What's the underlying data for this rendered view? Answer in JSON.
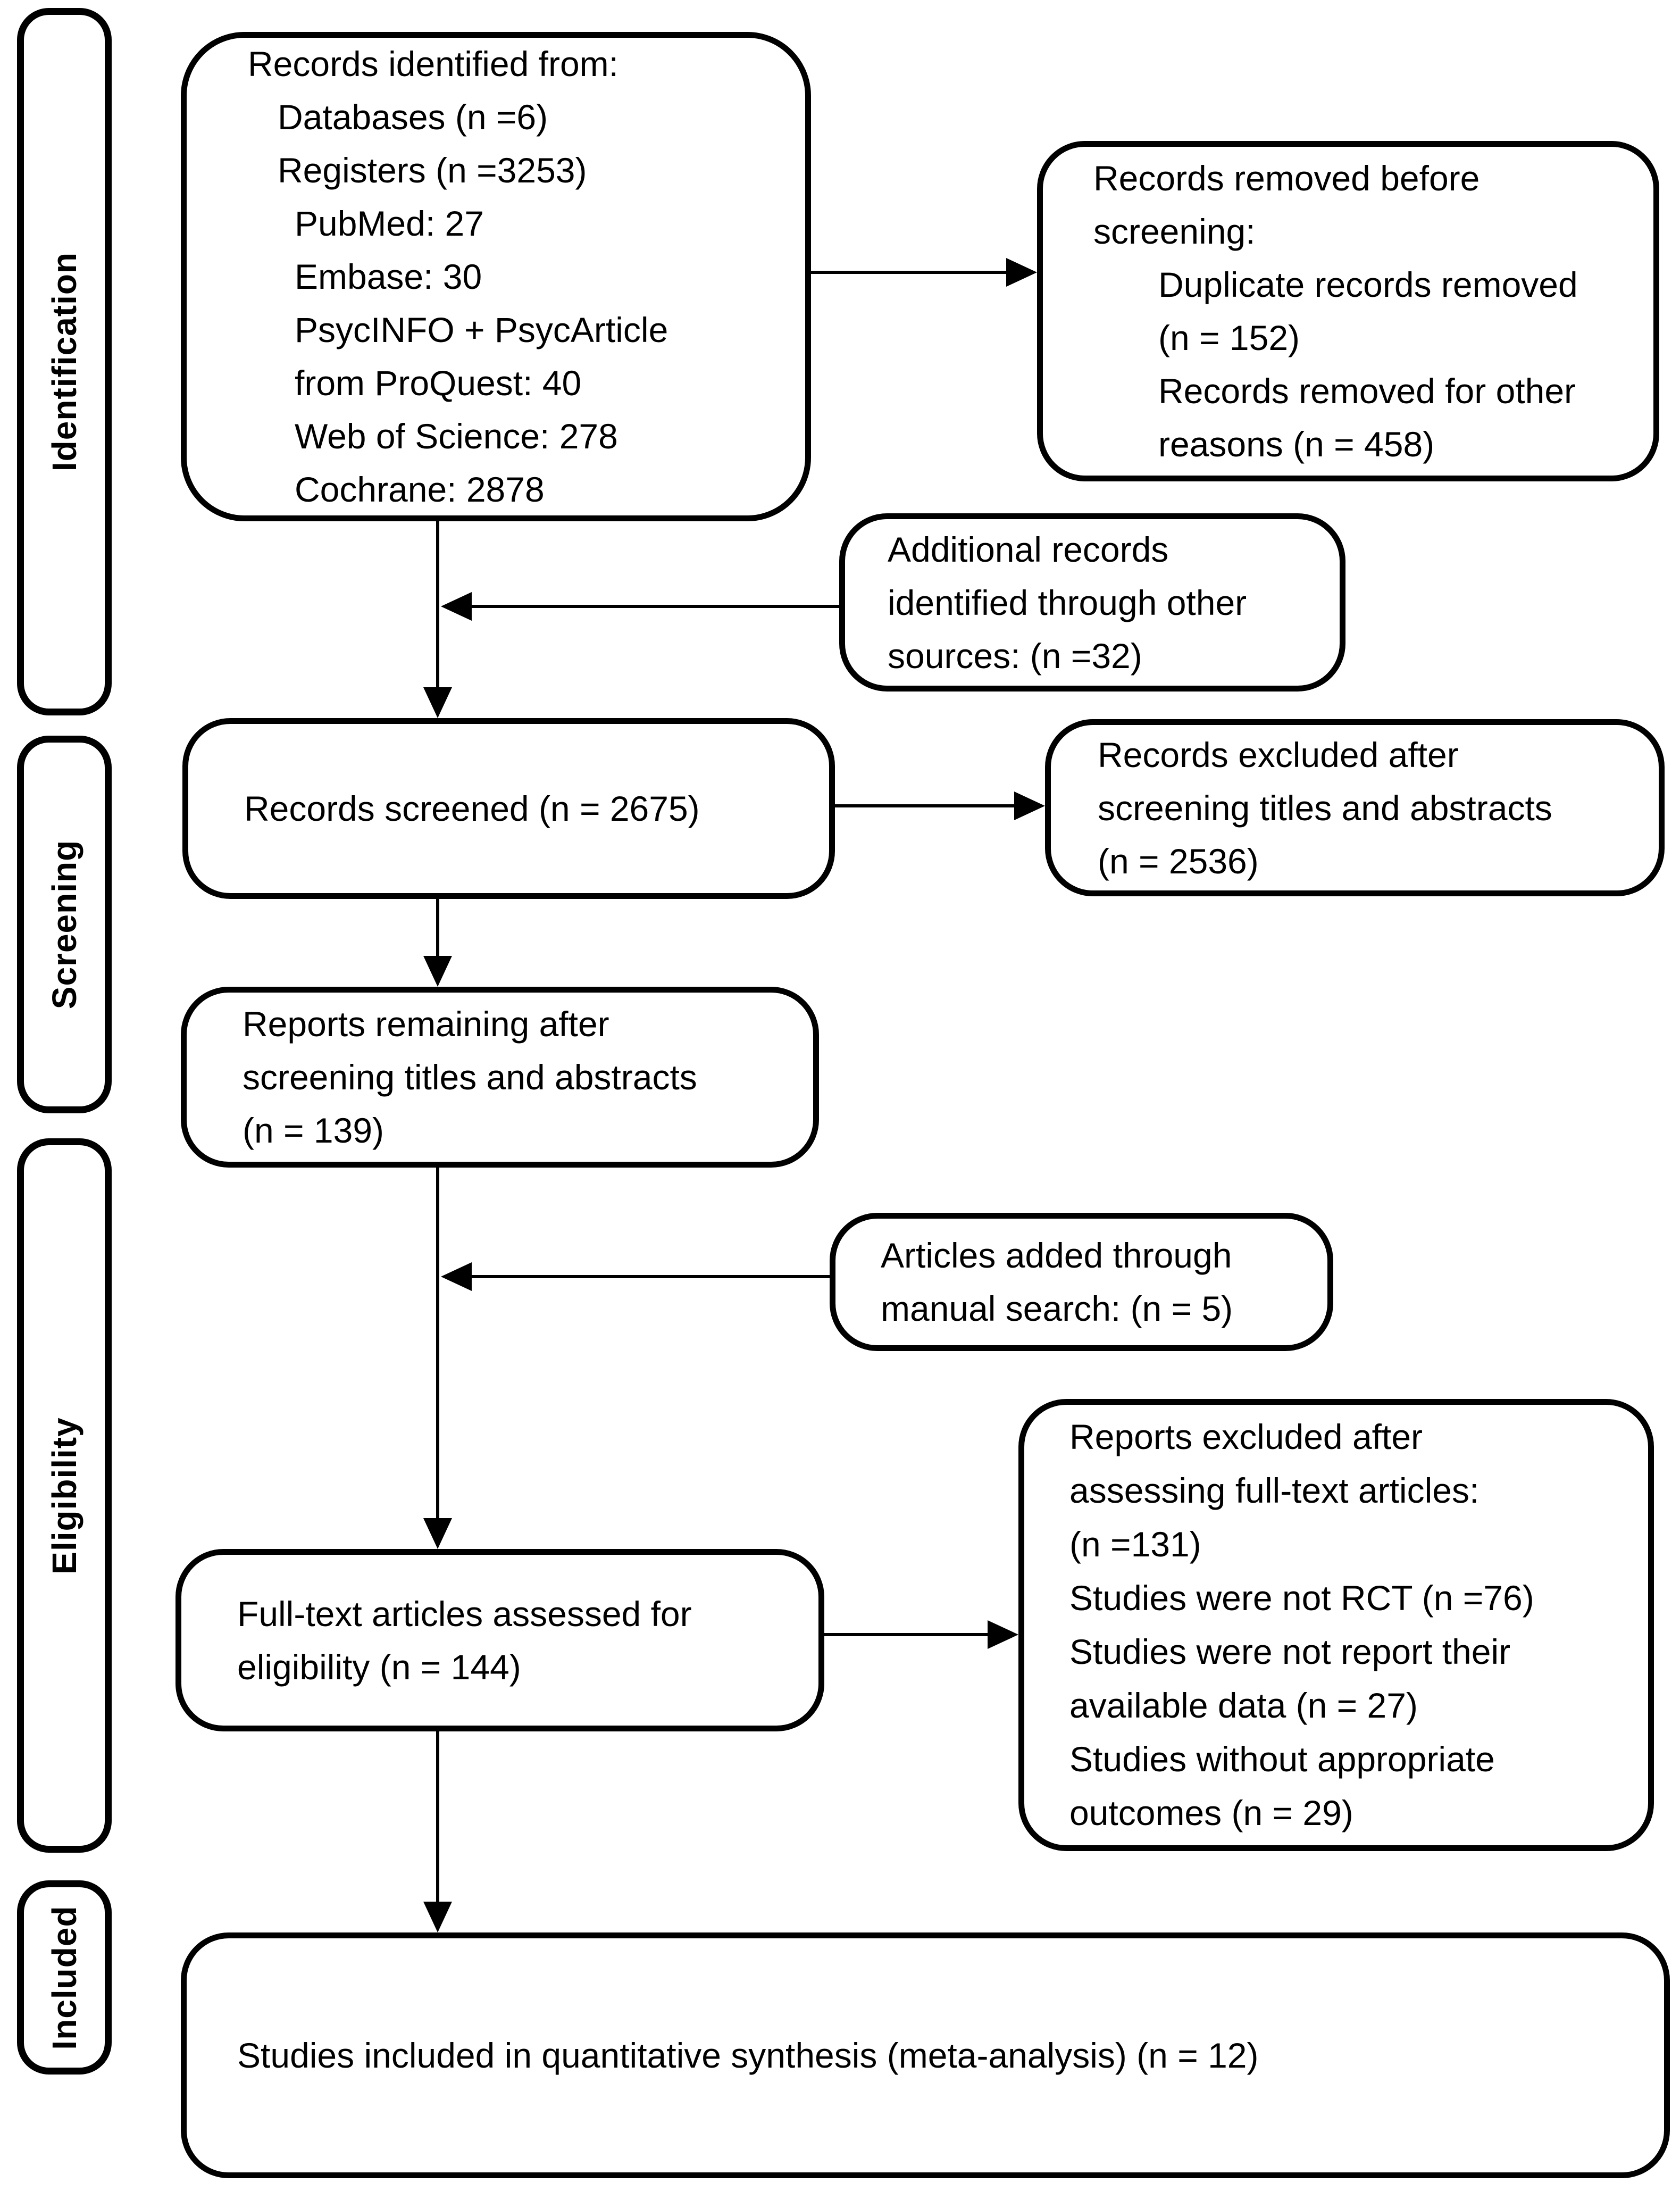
{
  "colors": {
    "border": "#000000",
    "background": "#ffffff",
    "text": "#000000"
  },
  "stages": [
    {
      "label": "Identification"
    },
    {
      "label": "Screening"
    },
    {
      "label": "Eligibility"
    },
    {
      "label": "Included"
    }
  ],
  "boxes": {
    "records_identified": {
      "lines": [
        "Records identified from:",
        "Databases (n =6)",
        "Registers (n =3253)",
        "PubMed: 27",
        "Embase: 30",
        "PsycINFO + PsycArticle",
        "from ProQuest: 40",
        "Web of Science: 278",
        "Cochrane: 2878"
      ]
    },
    "records_removed": {
      "lines": [
        "Records removed before",
        "screening:",
        "Duplicate records removed",
        "(n = 152)",
        "Records removed for other",
        "reasons (n = 458)"
      ]
    },
    "additional_records": {
      "lines": [
        "Additional records",
        "identified through other",
        "sources: (n =32)"
      ]
    },
    "records_screened": {
      "lines": [
        "Records screened (n = 2675)"
      ]
    },
    "records_excluded": {
      "lines": [
        "Records excluded after",
        "screening titles and abstracts",
        "(n = 2536)"
      ]
    },
    "reports_remaining": {
      "lines": [
        "Reports remaining after",
        "screening titles and abstracts",
        "(n = 139)"
      ]
    },
    "articles_added": {
      "lines": [
        "Articles added through",
        "manual search: (n = 5)"
      ]
    },
    "fulltext_assessed": {
      "lines": [
        "Full-text articles assessed for",
        "eligibility (n = 144)"
      ]
    },
    "reports_excluded": {
      "lines": [
        "Reports excluded after",
        "assessing full-text articles:",
        "(n =131)",
        "Studies were not RCT (n =76)",
        "Studies were not report their",
        "available data (n = 27)",
        "Studies without appropriate",
        "outcomes (n = 29)"
      ]
    },
    "studies_included": {
      "lines": [
        "Studies included in quantitative synthesis (meta-analysis) (n = 12)"
      ]
    }
  }
}
